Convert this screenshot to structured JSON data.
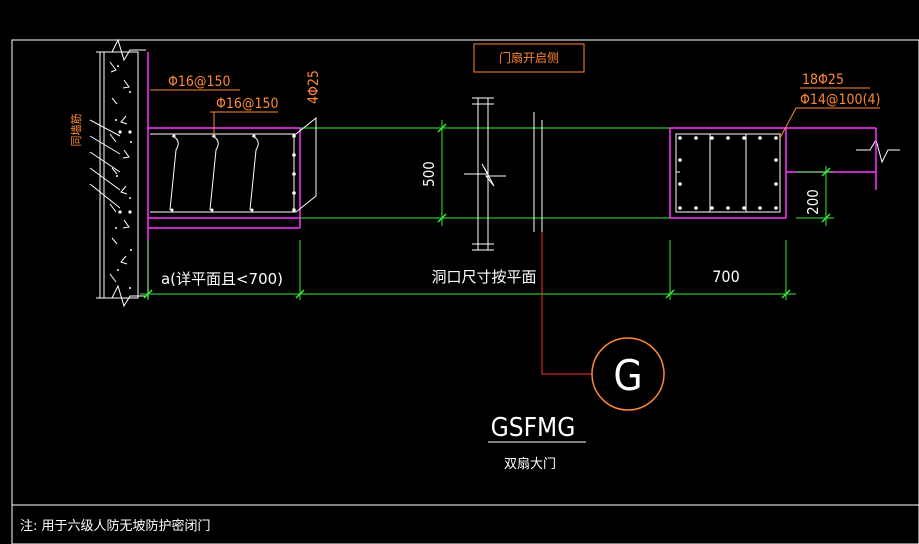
{
  "colors": {
    "background": "#000000",
    "dimension": "#33ee33",
    "concrete": "#ff33ff",
    "rebar": "#ffffff",
    "label": "#ff8833",
    "annotation": "#ffffff",
    "leader": "#ff3333"
  },
  "labels": {
    "door_swing_side": "门扇开启侧",
    "top_bar_left": "Φ16@150",
    "stirrup_left": "Φ16@150",
    "vertical_bar": "4Φ25",
    "long_bars_right": "18Φ25",
    "stirrup_right": "Φ14@100(4)",
    "wall_note": "同墙筋"
  },
  "dimensions": {
    "height_500": "500",
    "height_200": "200",
    "width_a": "a(详平面且<700)",
    "opening": "洞口尺寸按平面",
    "width_700": "700"
  },
  "callout": {
    "letter": "G",
    "code": "GSFMG",
    "name": "双扇大门"
  },
  "note": "注: 用于六级人防无坡防护密闭门"
}
